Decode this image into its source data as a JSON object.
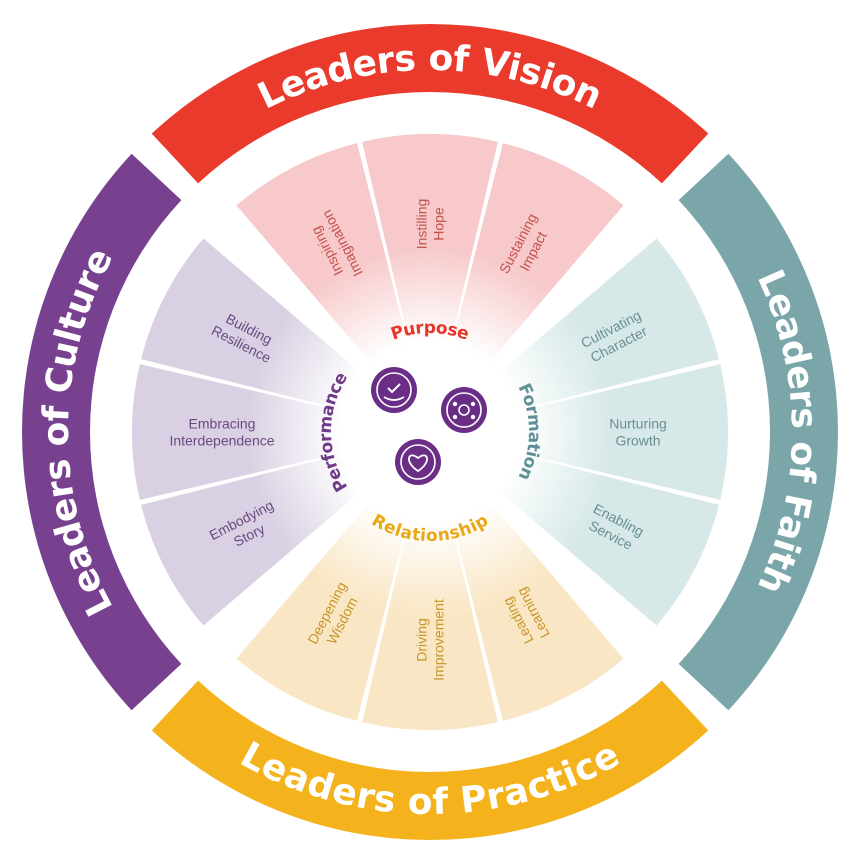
{
  "colors": {
    "vision": "#ea3a2c",
    "faith": "#7aa6aa",
    "practice": "#f4b31c",
    "culture": "#78418f",
    "purpose_text": "#e5362a",
    "formation_text": "#5f9096",
    "relationship_text": "#e8a816",
    "performance_text": "#6f3a88",
    "vision_fill": "#f7c9ca",
    "faith_fill": "#d6e8e8",
    "practice_fill": "#f9e6c4",
    "culture_fill": "#d9d0e3",
    "vision_text": "#c3514c",
    "faith_sub_text": "#6a8f93",
    "practice_sub_text": "#c8962a",
    "culture_sub_text": "#6b4a82",
    "icon_purple": "#6a2e86"
  },
  "outer": {
    "vision": "Leaders of Vision",
    "faith": "Leaders of Faith",
    "practice": "Leaders of Practice",
    "culture": "Leaders of Culture"
  },
  "middle": {
    "purpose": "Purpose",
    "formation": "Formation",
    "relationship": "Relationship",
    "performance": "Performance"
  },
  "sub": {
    "vision": [
      [
        "Inspiring",
        "Imagination"
      ],
      [
        "Instilling",
        "Hope"
      ],
      [
        "Sustaining",
        "Impact"
      ]
    ],
    "faith": [
      [
        "Cultivating",
        "Character"
      ],
      [
        "Nurturing",
        "Growth"
      ],
      [
        "Enabling",
        "Service"
      ]
    ],
    "practice": [
      [
        "Leading",
        "Learning"
      ],
      [
        "Driving",
        "Improvement"
      ],
      [
        "Deepening",
        "Wisdom"
      ]
    ],
    "culture": [
      [
        "Embodying",
        "Story"
      ],
      [
        "Embracing",
        "Interdependence"
      ],
      [
        "Building",
        "Resilience"
      ]
    ]
  },
  "icons": [
    "hand-check-icon",
    "people-network-icon",
    "heart-handshake-icon"
  ]
}
